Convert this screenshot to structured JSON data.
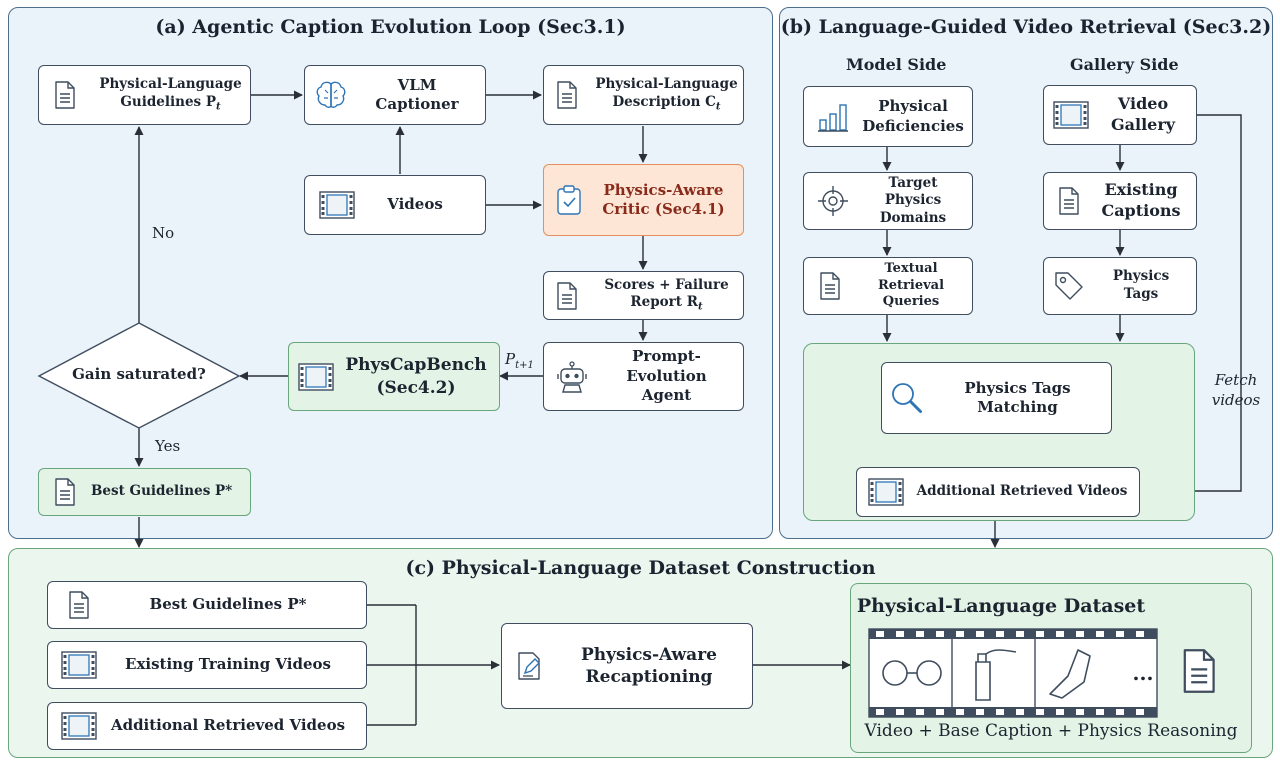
{
  "panel_a": {
    "title": "(a) Agentic Caption Evolution Loop (Sec3.1)",
    "guidelines": "Physical-Language Guidelines P",
    "guidelines_sub": "t",
    "captioner": "VLM Captioner",
    "description": "Physical-Language Description C",
    "description_sub": "t",
    "videos": "Videos",
    "critic": "Physics-Aware Critic (Sec4.1)",
    "report": "Scores + Failure Report R",
    "report_sub": "t",
    "agent": "Prompt-Evolution Agent",
    "bench": "PhysCapBench (Sec4.2)",
    "edge_label": "P",
    "edge_label_sub": "t+1",
    "decision": "Gain saturated?",
    "no": "No",
    "yes": "Yes",
    "best": "Best Guidelines P*"
  },
  "panel_b": {
    "title": "(b) Language-Guided Video Retrieval (Sec3.2)",
    "model_side": "Model Side",
    "gallery_side": "Gallery Side",
    "deficiencies": "Physical Deficiencies",
    "domains": "Target Physics Domains",
    "queries": "Textual Retrieval Queries",
    "gallery": "Video Gallery",
    "captions": "Existing Captions",
    "tags": "Physics Tags",
    "matching": "Physics Tags Matching",
    "retrieved": "Additional Retrieved Videos",
    "fetch": "Fetch videos"
  },
  "panel_c": {
    "title": "(c) Physical-Language Dataset Construction",
    "best": "Best Guidelines P*",
    "training": "Existing Training Videos",
    "additional": "Additional Retrieved Videos",
    "recaption": "Physics-Aware Recaptioning",
    "dataset": "Physical-Language Dataset",
    "ellipsis": "...",
    "caption": "Video + Base Caption + Physics Reasoning"
  },
  "icons": {
    "document": "document-icon",
    "brain": "brain-icon",
    "film": "film-icon",
    "clipboard": "clipboard-check-icon",
    "robot": "robot-icon",
    "bar_chart": "bar-chart-icon",
    "target": "crosshair-target-icon",
    "tag": "tag-icon",
    "magnifier": "magnifier-icon",
    "edit": "edit-document-icon"
  },
  "colors": {
    "panel_blue": "#eaf2fa",
    "panel_green": "#eaf6ee",
    "critic_fill": "#fde6d6",
    "critic_border": "#e3905e",
    "green_box": "#e3f3e6",
    "accent_blue": "#2e75b6"
  }
}
